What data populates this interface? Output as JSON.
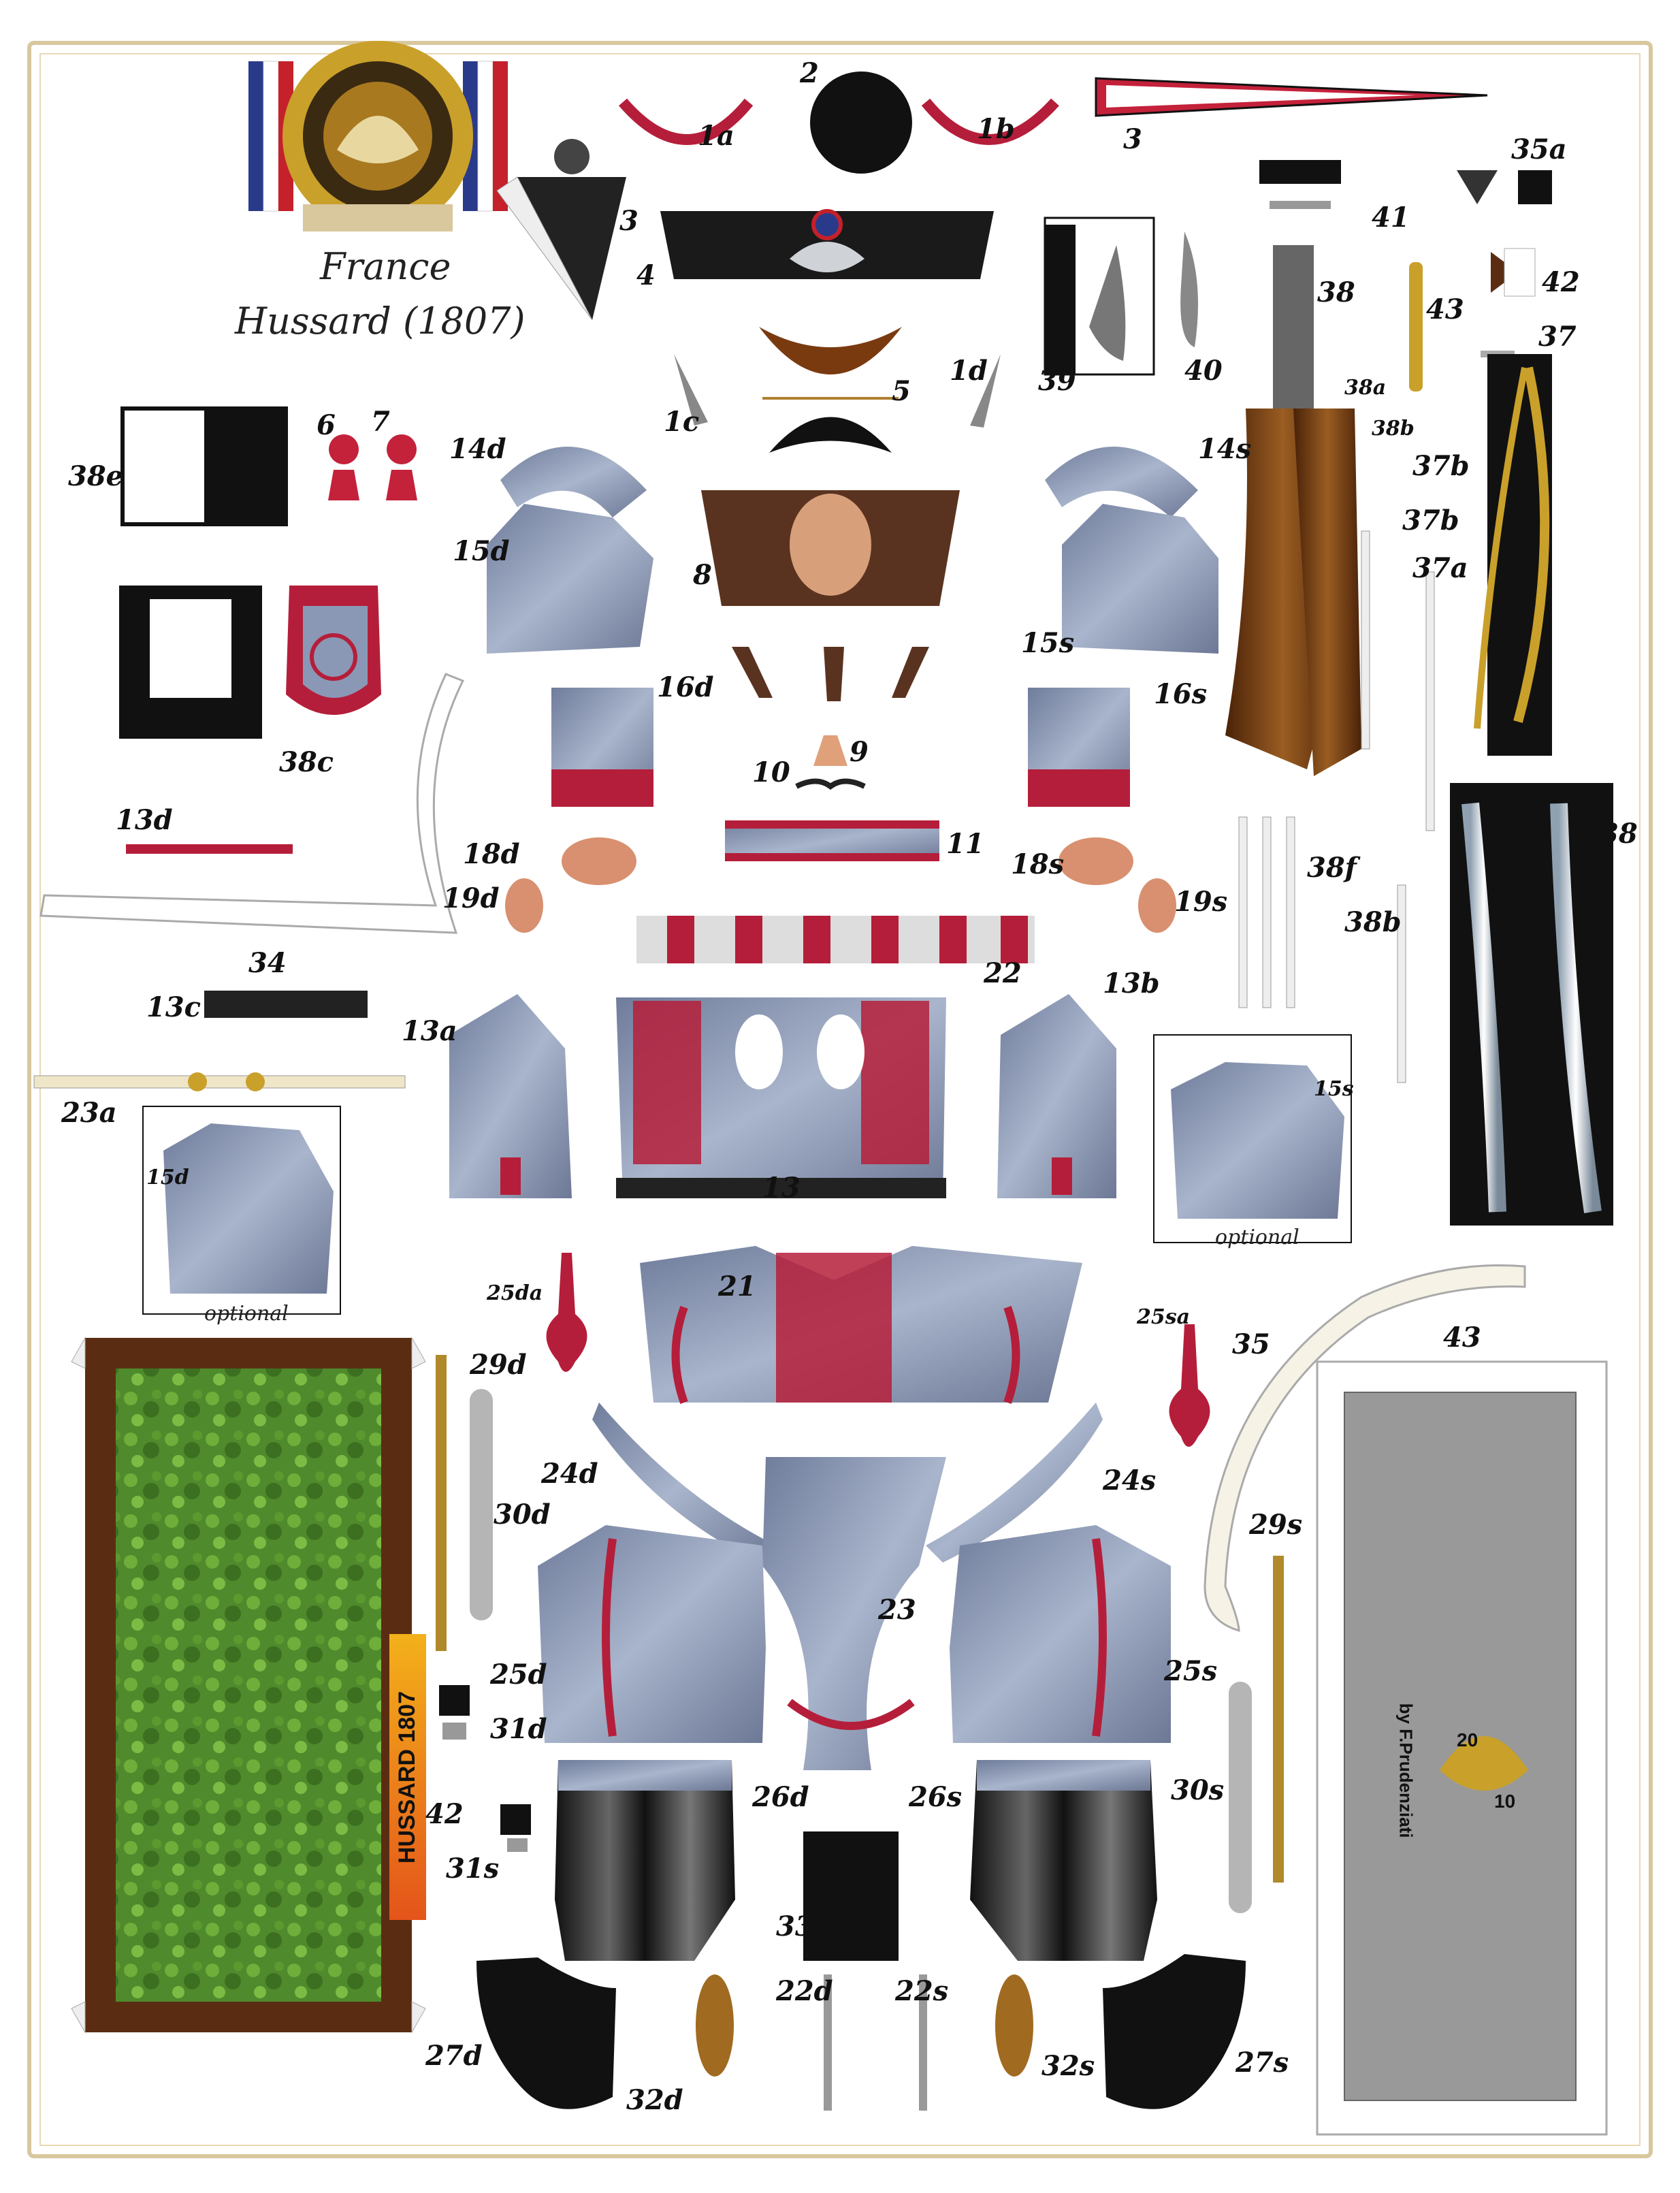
{
  "title": {
    "line1": "France",
    "line2": "Hussard (1807)"
  },
  "stand_label": "HUSSARD 1807",
  "credit": "by F.Prudenziati",
  "logo_year": {
    "left": "20",
    "right": "10"
  },
  "optional_label": "optional",
  "parts": {
    "p1a": "1a",
    "p1b": "1b",
    "p2": "2",
    "p3top": "3",
    "p3cone": "3",
    "p4": "4",
    "p5": "5",
    "p1c": "1c",
    "p1d": "1d",
    "p6": "6",
    "p7": "7",
    "p8": "8",
    "p9": "9",
    "p10": "10",
    "p11": "11",
    "p14d": "14d",
    "p14s": "14s",
    "p15d": "15d",
    "p15s": "15s",
    "p16d": "16d",
    "p16s": "16s",
    "p18d": "18d",
    "p18s": "18s",
    "p19d": "19d",
    "p19s": "19s",
    "p38e": "38e",
    "p38c": "38c",
    "p13d": "13d",
    "p34": "34",
    "p13c": "13c",
    "p13a": "13a",
    "p13b": "13b",
    "p13": "13",
    "p22": "22",
    "p23a": "23a",
    "p15dopt": "15d",
    "p15sopt": "15s",
    "p21": "21",
    "p25da": "25da",
    "p25sa": "25sa",
    "p29d": "29d",
    "p30d": "30d",
    "p24d": "24d",
    "p24s": "24s",
    "p23": "23",
    "p25d": "25d",
    "p25s": "25s",
    "p31d": "31d",
    "p42": "42",
    "p31s": "31s",
    "p26d": "26d",
    "p26s": "26s",
    "p33": "33",
    "p30s": "30s",
    "p29s": "29s",
    "p35": "35",
    "p43box": "43",
    "p27d": "27d",
    "p27s": "27s",
    "p22d": "22d",
    "p22s": "22s",
    "p32d": "32d",
    "p32s": "32s",
    "p41": "41",
    "p35a": "35a",
    "p42r": "42",
    "p38": "38",
    "p43": "43",
    "p37": "37",
    "p39": "39",
    "p40": "40",
    "p38a": "38a",
    "p38b": "38b",
    "p37b1": "37b",
    "p37b2": "37b",
    "p37a": "37a",
    "p38f": "38f",
    "p38b2": "38b",
    "p38sabre": "38"
  },
  "colors": {
    "uniform": "#8a98b5",
    "red": "#b51e3a",
    "black": "#111111",
    "grass": "#4d8a2a",
    "wood": "#5a2d12",
    "gold": "#c9a02a"
  }
}
